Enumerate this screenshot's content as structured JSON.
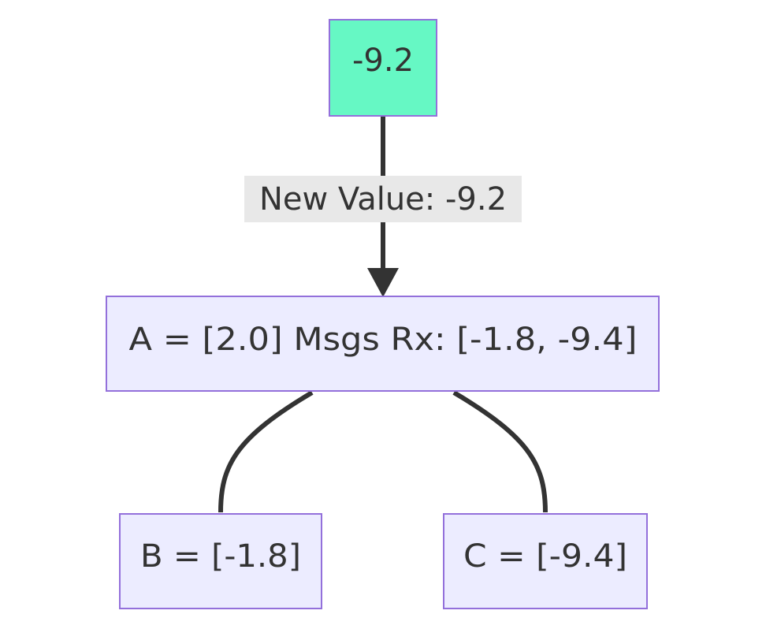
{
  "diagram": {
    "type": "flowchart",
    "nodes": {
      "root": {
        "label": "-9.2",
        "fill": "#66f8c4",
        "stroke": "#9370db"
      },
      "a": {
        "label": "A = [2.0] Msgs Rx: [-1.8, -9.4]",
        "fill": "#ececff",
        "stroke": "#9370db"
      },
      "b": {
        "label": "B = [-1.8]",
        "fill": "#ececff",
        "stroke": "#9370db"
      },
      "c": {
        "label": "C = [-9.4]",
        "fill": "#ececff",
        "stroke": "#9370db"
      }
    },
    "edges": [
      {
        "from": "root",
        "to": "a",
        "label": "New Value: -9.2",
        "arrow": true
      },
      {
        "from": "a",
        "to": "b",
        "label": "",
        "arrow": false
      },
      {
        "from": "a",
        "to": "c",
        "label": "",
        "arrow": false
      }
    ],
    "colors": {
      "edge": "#333333",
      "edge_label_bg": "#e8e8e8",
      "text": "#333333"
    }
  }
}
